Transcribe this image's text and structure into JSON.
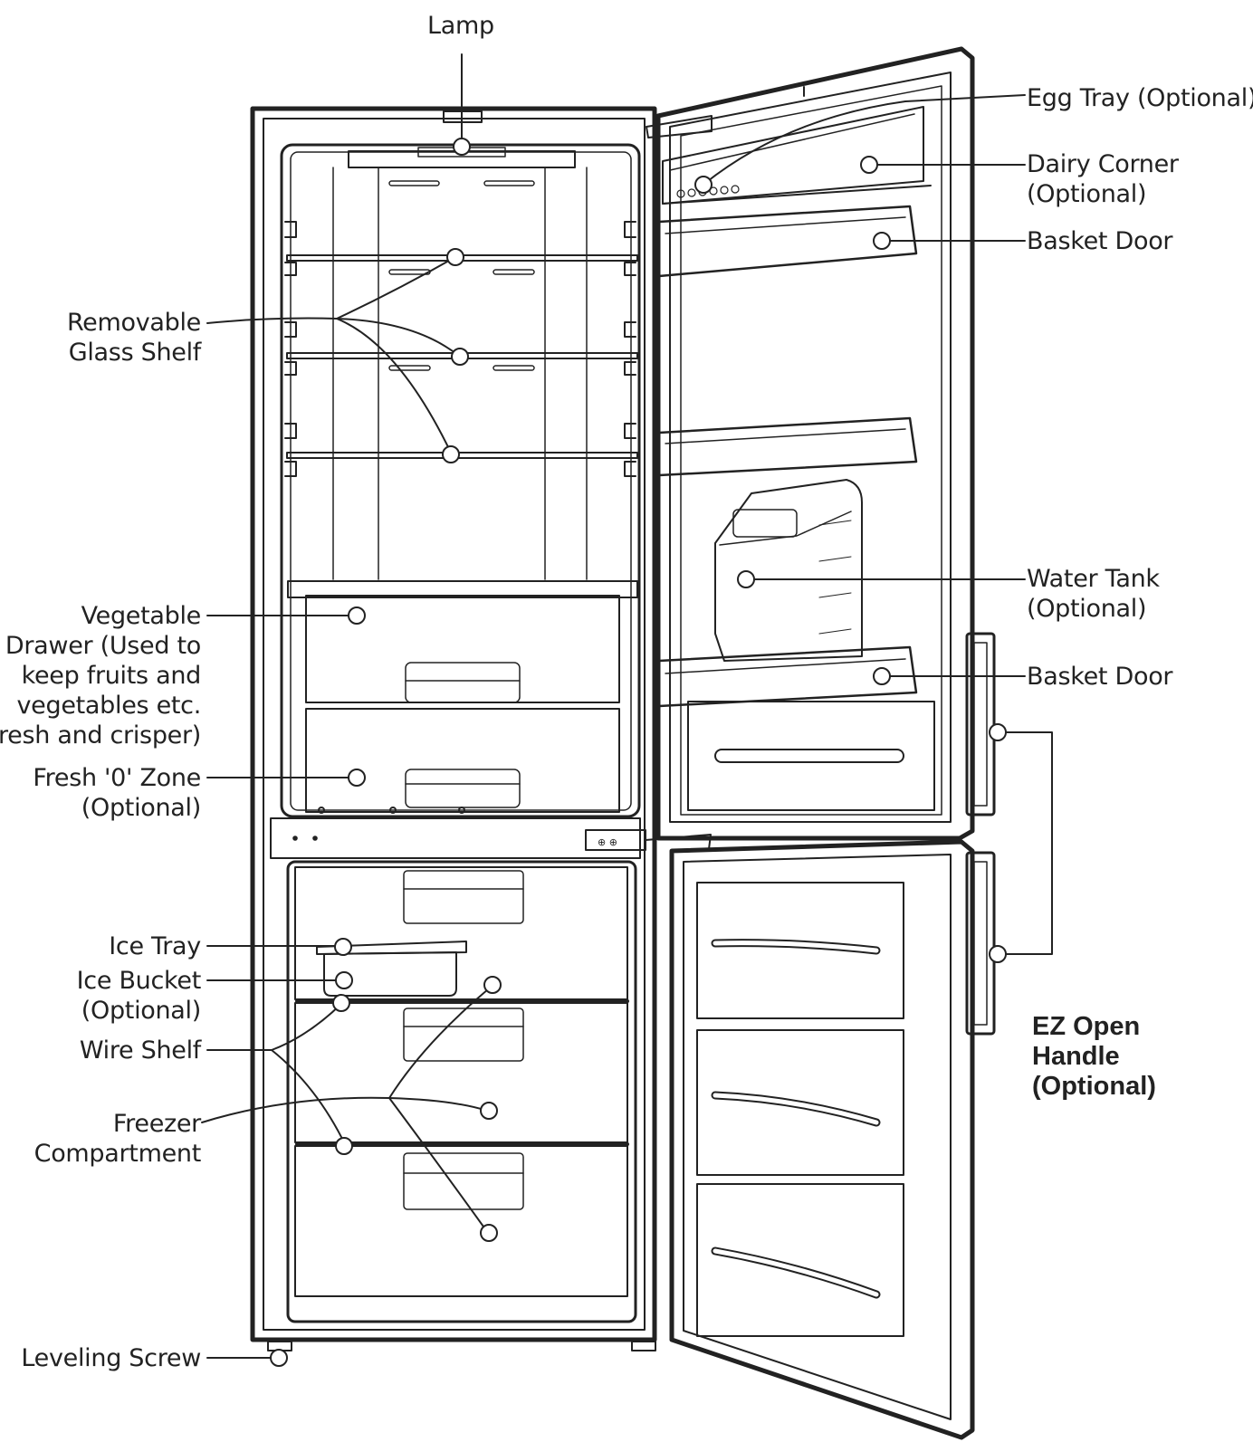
{
  "labels": {
    "lamp": "Lamp",
    "egg_tray": "Egg Tray (Optional)",
    "dairy_corner": [
      "Dairy Corner",
      "(Optional)"
    ],
    "basket_door_top": "Basket Door",
    "removable_glass_shelf": [
      "Removable",
      "Glass Shelf"
    ],
    "water_tank": [
      "Water Tank",
      "(Optional)"
    ],
    "basket_door_bottom": "Basket Door",
    "vegetable_drawer": [
      "Vegetable",
      "Drawer (Used to",
      "keep fruits and",
      "vegetables etc.",
      "fresh and crisper)"
    ],
    "fresh_zone": [
      "Fresh '0' Zone",
      "(Optional)"
    ],
    "ice_tray": "Ice Tray",
    "ice_bucket": [
      "Ice Bucket",
      "(Optional)"
    ],
    "wire_shelf": "Wire Shelf",
    "freezer_compartment": [
      "Freezer",
      "Compartment"
    ],
    "ez_open_handle": [
      "EZ Open",
      "Handle",
      "(Optional)"
    ],
    "leveling_screw": "Leveling Screw"
  },
  "style": {
    "line_color": "#222222",
    "background": "#ffffff"
  }
}
